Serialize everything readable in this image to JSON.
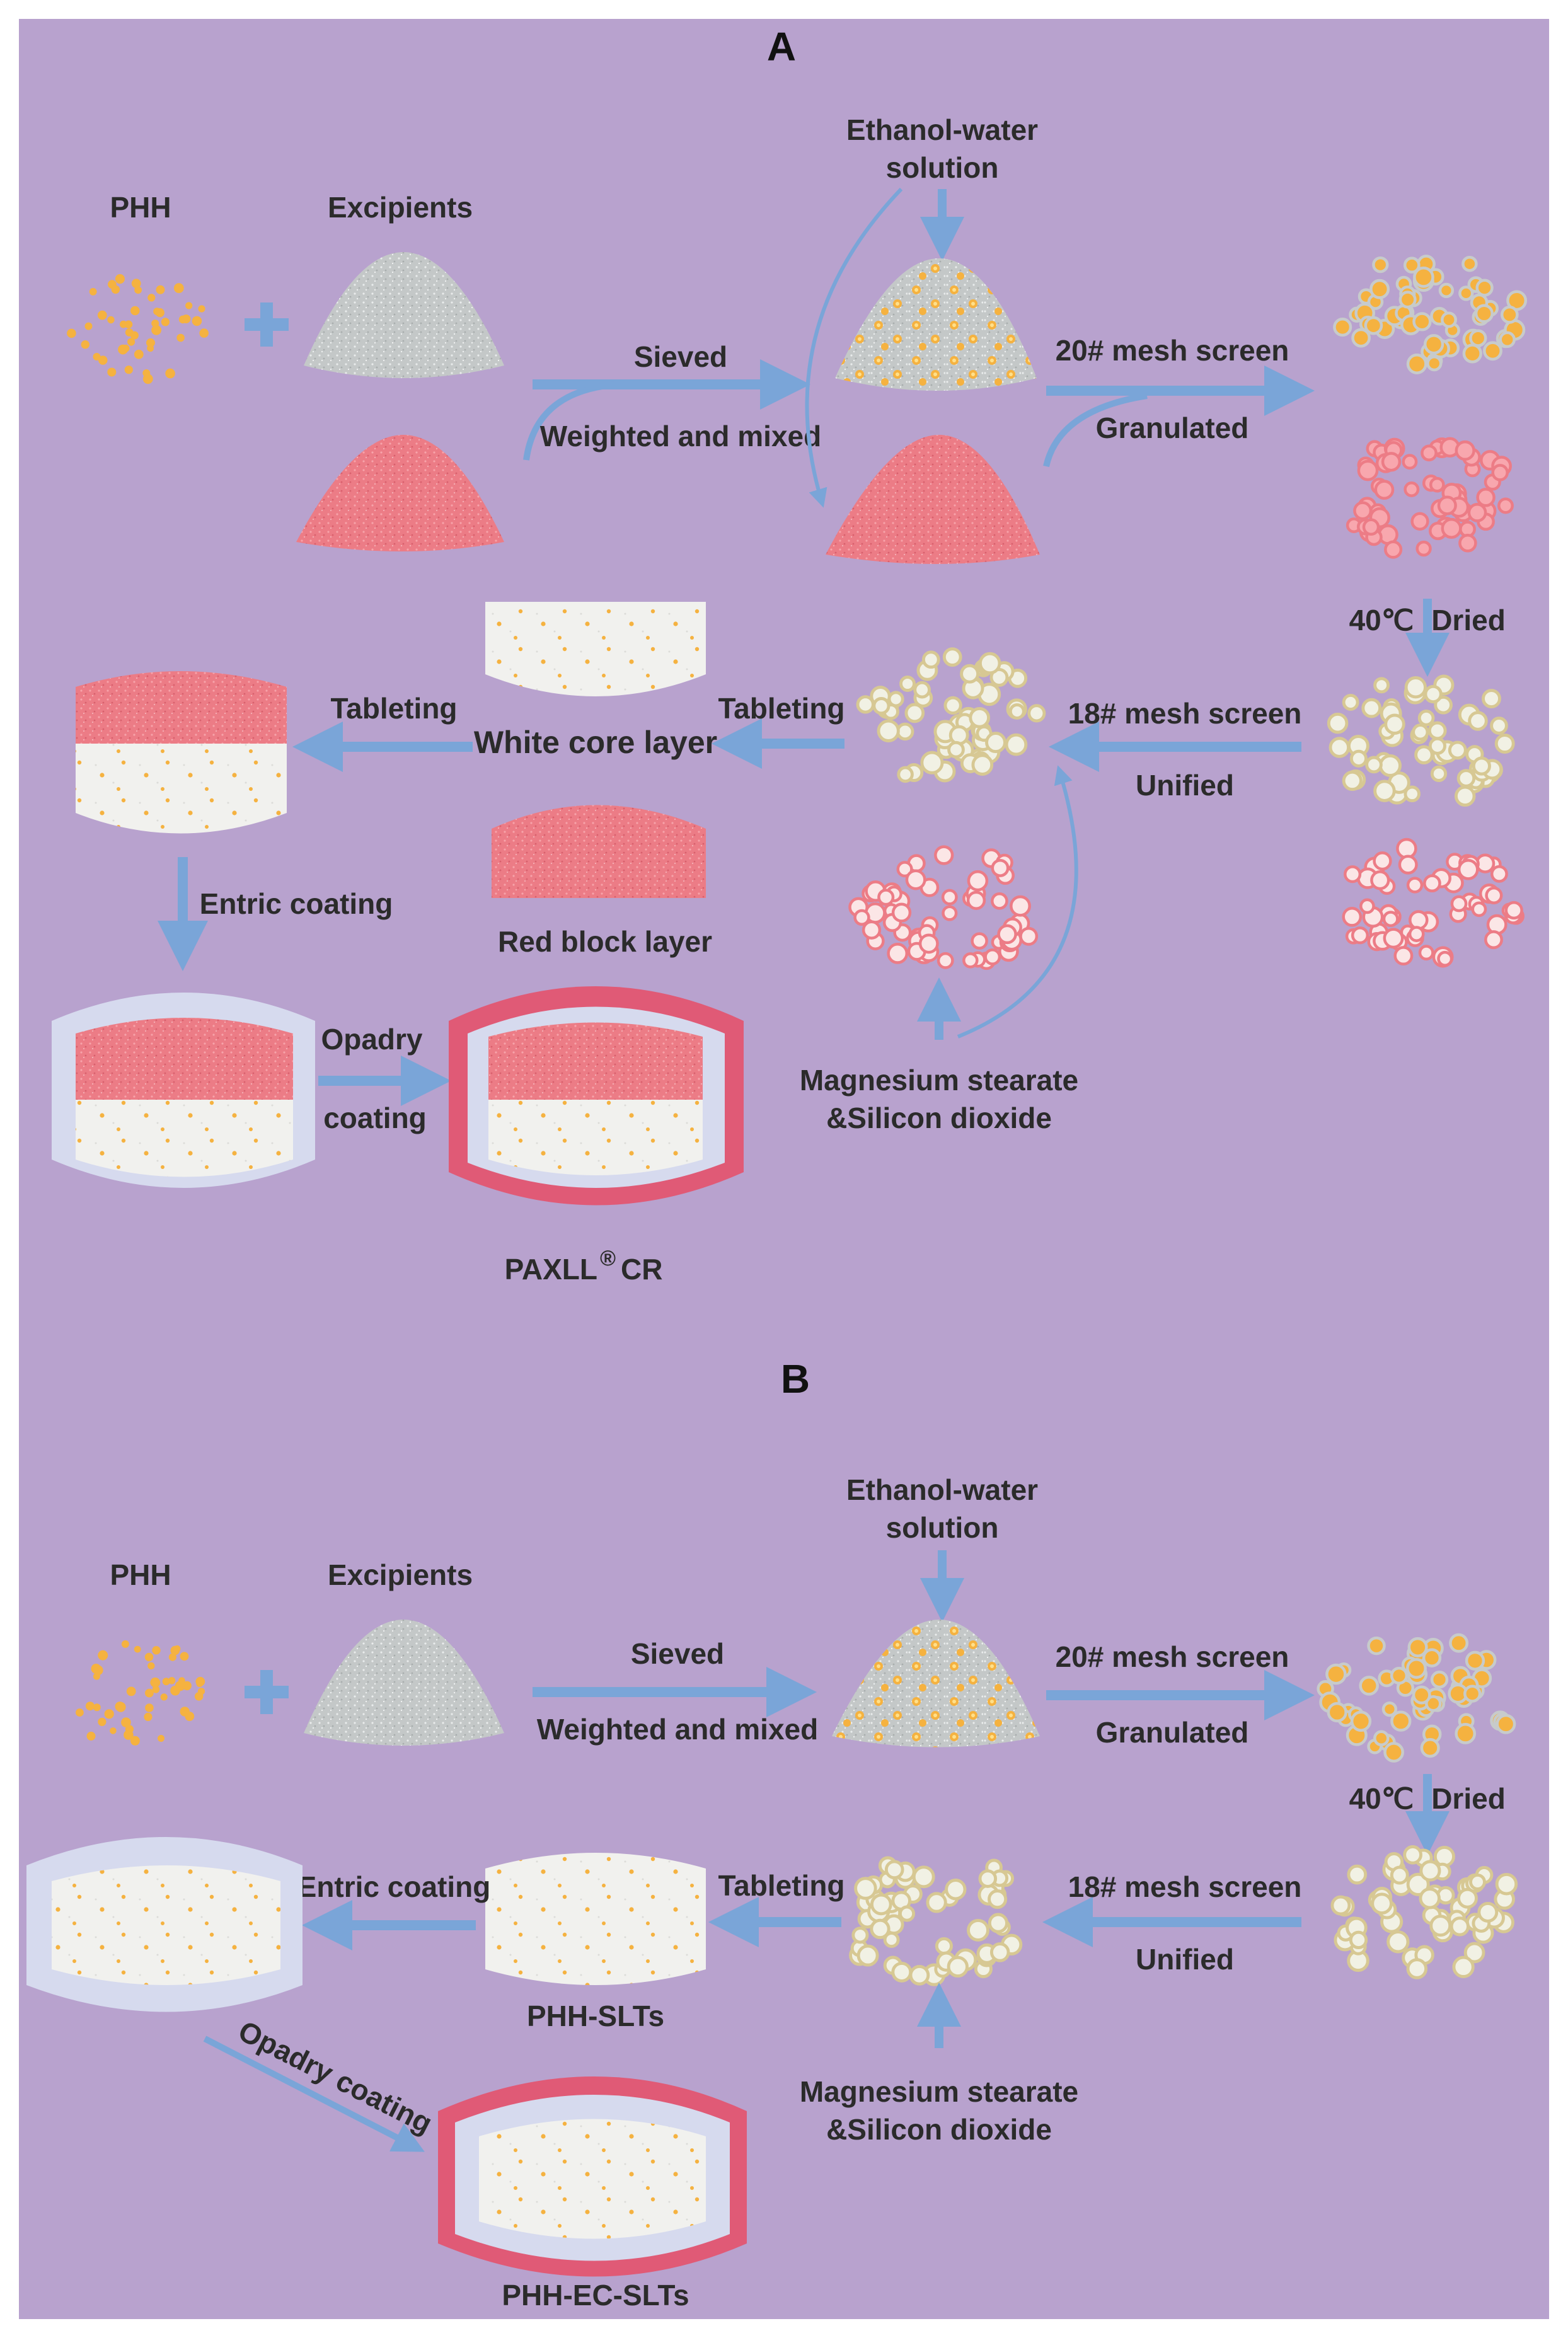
{
  "colors": {
    "background": "#b8a2ce",
    "arrow": "#7aa5d8",
    "drug_particle": "#f5b240",
    "excipient_grey": "#c4c8c8",
    "red_layer": "#ec7c86",
    "white_core": "#f1f1ee",
    "enteric_coat": "#d6daee",
    "opadry_coat": "#e05a76"
  },
  "panel_a": {
    "letter": "A",
    "phh": "PHH",
    "excipients": "Excipients",
    "ethanol_line1": "Ethanol-water",
    "ethanol_line2": "solution",
    "sieved": "Sieved",
    "weighted_mixed": "Weighted and mixed",
    "mesh20": "20# mesh screen",
    "granulated": "Granulated",
    "temp": "40℃",
    "dried": "Dried",
    "mesh18": "18# mesh screen",
    "unified": "Unified",
    "tableting_left": "Tableting",
    "tableting_right": "Tableting",
    "white_core_layer": "White core layer",
    "red_block_layer": "Red block layer",
    "entric_coating": "Entric coating",
    "opadry": "Opadry",
    "coating": "coating",
    "mg_line1": "Magnesium stearate",
    "mg_line2": "&Silicon dioxide",
    "product_name": "PAXLL",
    "product_reg": "®",
    "product_suffix": "CR"
  },
  "panel_b": {
    "letter": "B",
    "phh": "PHH",
    "excipients": "Excipients",
    "ethanol_line1": "Ethanol-water",
    "ethanol_line2": "solution",
    "sieved": "Sieved",
    "weighted_mixed": "Weighted and mixed",
    "mesh20": "20# mesh screen",
    "granulated": "Granulated",
    "temp": "40℃",
    "dried": "Dried",
    "mesh18": "18# mesh screen",
    "unified": "Unified",
    "tableting": "Tableting",
    "entric_coating": "Entric coating",
    "phh_slts": "PHH-SLTs",
    "opadry_coating": "Opadry coating",
    "mg_line1": "Magnesium stearate",
    "mg_line2": "&Silicon dioxide",
    "phh_ec_slts": "PHH-EC-SLTs"
  }
}
